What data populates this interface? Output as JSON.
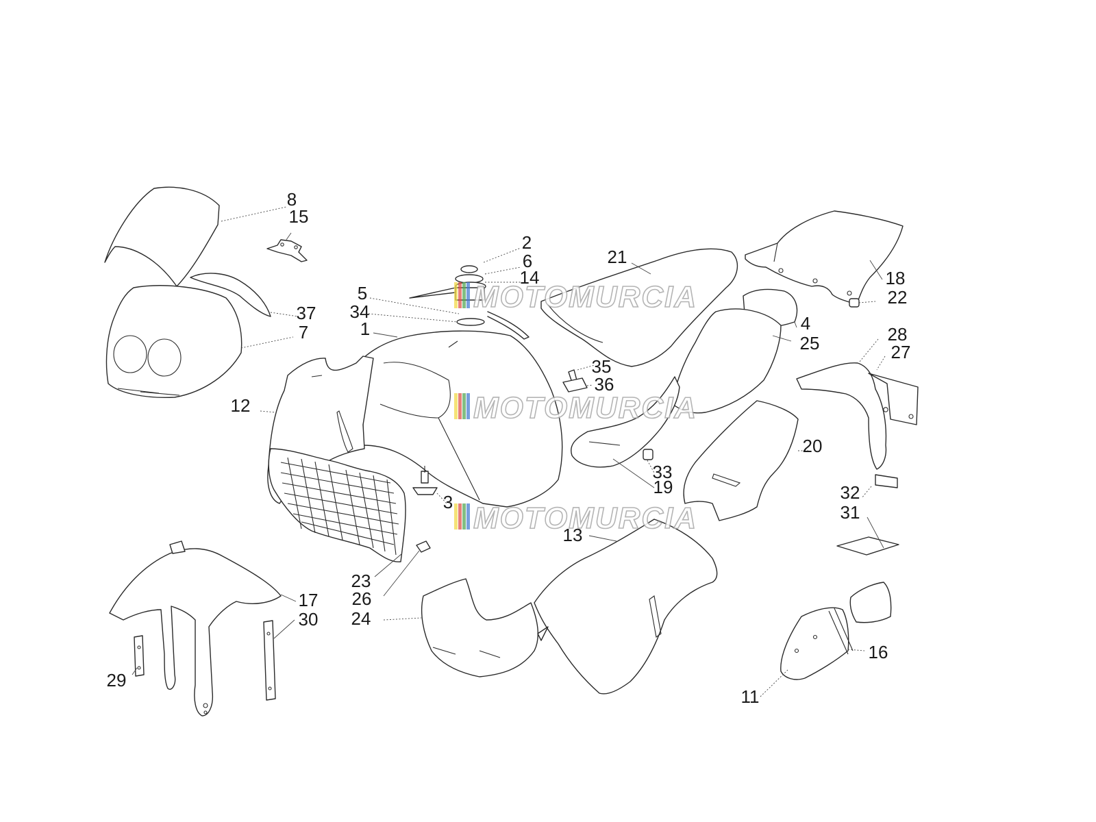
{
  "callouts": [
    {
      "id": "c8",
      "label": "8"
    },
    {
      "id": "c15",
      "label": "15"
    },
    {
      "id": "c2",
      "label": "2"
    },
    {
      "id": "c6",
      "label": "6"
    },
    {
      "id": "c14",
      "label": "14"
    },
    {
      "id": "c5",
      "label": "5"
    },
    {
      "id": "c34",
      "label": "34"
    },
    {
      "id": "c1",
      "label": "1"
    },
    {
      "id": "c37",
      "label": "37"
    },
    {
      "id": "c7",
      "label": "7"
    },
    {
      "id": "c21",
      "label": "21"
    },
    {
      "id": "c18",
      "label": "18"
    },
    {
      "id": "c22",
      "label": "22"
    },
    {
      "id": "c4",
      "label": "4"
    },
    {
      "id": "c25",
      "label": "25"
    },
    {
      "id": "c28",
      "label": "28"
    },
    {
      "id": "c27",
      "label": "27"
    },
    {
      "id": "c35",
      "label": "35"
    },
    {
      "id": "c36",
      "label": "36"
    },
    {
      "id": "c12",
      "label": "12"
    },
    {
      "id": "c20",
      "label": "20"
    },
    {
      "id": "c33",
      "label": "33"
    },
    {
      "id": "c19",
      "label": "19"
    },
    {
      "id": "c3",
      "label": "3"
    },
    {
      "id": "c32",
      "label": "32"
    },
    {
      "id": "c31",
      "label": "31"
    },
    {
      "id": "c13",
      "label": "13"
    },
    {
      "id": "c23",
      "label": "23"
    },
    {
      "id": "c26",
      "label": "26"
    },
    {
      "id": "c24",
      "label": "24"
    },
    {
      "id": "c17",
      "label": "17"
    },
    {
      "id": "c30",
      "label": "30"
    },
    {
      "id": "c29",
      "label": "29"
    },
    {
      "id": "c16",
      "label": "16"
    },
    {
      "id": "c11",
      "label": "11"
    }
  ],
  "watermark": {
    "text": "MOTOMURCIA",
    "stripe_colors": [
      "#f2d94a",
      "#e0564a",
      "#5aa85a",
      "#4a7fd0"
    ]
  }
}
